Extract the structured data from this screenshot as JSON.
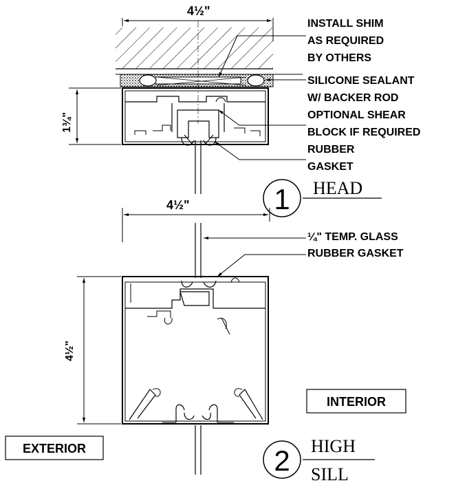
{
  "head_detail": {
    "number": "1",
    "title": "HEAD",
    "dim_width": "4½\"",
    "dim_height": "1¾\"",
    "notes": [
      "INSTALL SHIM",
      "AS REQUIRED",
      "BY OTHERS",
      "SILICONE SEALANT",
      "W/ BACKER ROD",
      "OPTIONAL SHEAR",
      "BLOCK IF REQUIRED",
      "RUBBER",
      "GASKET"
    ]
  },
  "sill_detail": {
    "number": "2",
    "title_line1": "HIGH",
    "title_line2": "SILL",
    "dim_width": "4½\"",
    "dim_height": "4½\"",
    "notes": [
      "¼\" TEMP. GLASS",
      "RUBBER GASKET"
    ]
  },
  "labels": {
    "interior": "INTERIOR",
    "exterior": "EXTERIOR"
  }
}
